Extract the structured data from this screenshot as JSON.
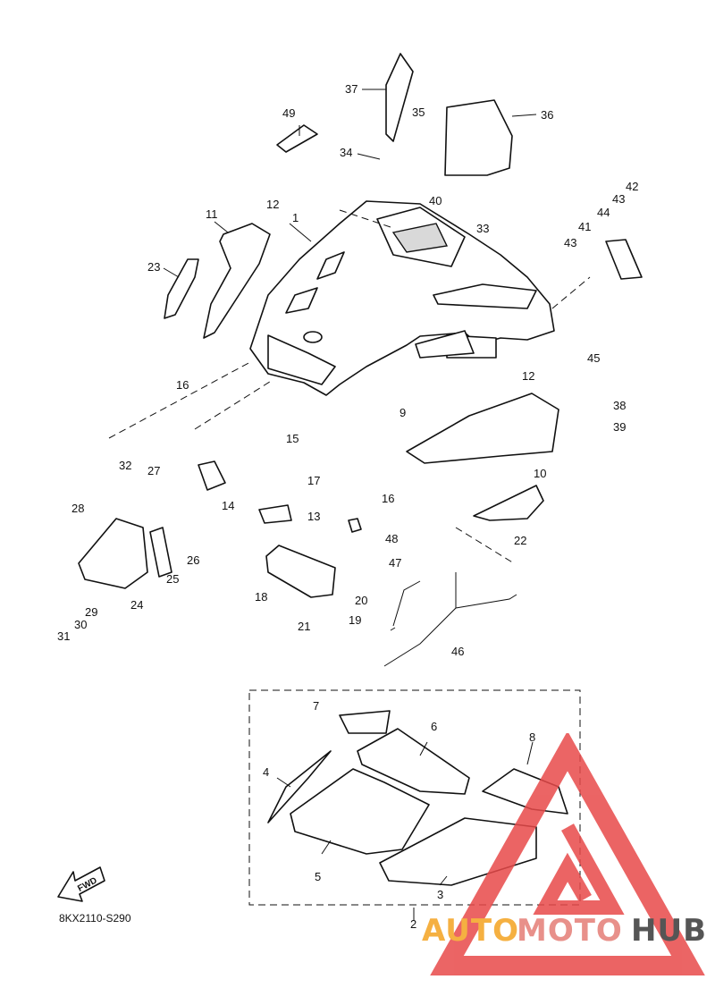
{
  "diagram": {
    "drawing_code": "8KX2110-S290",
    "fwd_label": "FWD",
    "callouts": [
      "1",
      "2",
      "3",
      "4",
      "5",
      "6",
      "7",
      "8",
      "9",
      "10",
      "11",
      "12",
      "12",
      "13",
      "14",
      "15",
      "16",
      "16",
      "17",
      "18",
      "19",
      "20",
      "21",
      "22",
      "23",
      "24",
      "25",
      "26",
      "27",
      "28",
      "29",
      "30",
      "31",
      "32",
      "33",
      "34",
      "35",
      "36",
      "37",
      "38",
      "39",
      "40",
      "41",
      "42",
      "43",
      "43",
      "44",
      "45",
      "46",
      "47",
      "48",
      "49"
    ]
  },
  "watermark": {
    "text_a": "AUTO",
    "text_b": "MOTO",
    "text_c": "HUB",
    "color_a": "#f5b041",
    "color_b": "#e8908a",
    "color_c": "#555555",
    "triangle_color": "#e84a4a"
  }
}
